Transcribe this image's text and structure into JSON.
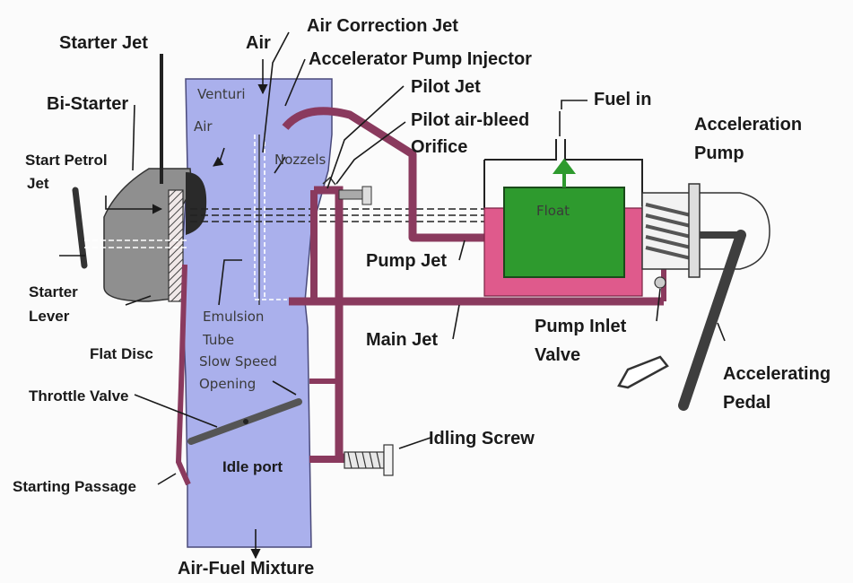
{
  "labels": {
    "starter_jet": "Starter Jet",
    "air": "Air",
    "air_correction_jet": "Air Correction Jet",
    "accelerator_pump_injector": "Accelerator Pump Injector",
    "pilot_jet": "Pilot Jet",
    "pilot_air_bleed_1": "Pilot air-bleed",
    "pilot_air_bleed_2": "Orifice",
    "fuel_in": "Fuel in",
    "acceleration_pump_1": "Acceleration",
    "acceleration_pump_2": "Pump",
    "bi_starter": "Bi-Starter",
    "venturi_air_1": "Venturi",
    "venturi_air_2": "Air",
    "nozzels": "Nozzels",
    "start_petrol_jet_1": "Start Petrol",
    "start_petrol_jet_2": "Jet",
    "float": "Float",
    "pump_jet": "Pump Jet",
    "starter_lever_1": "Starter",
    "starter_lever_2": "Lever",
    "emulsion_tube_1": "Emulsion",
    "emulsion_tube_2": "Tube",
    "slow_speed_opening_1": "Slow Speed",
    "slow_speed_opening_2": "Opening",
    "main_jet": "Main Jet",
    "pump_inlet_valve_1": "Pump Inlet",
    "pump_inlet_valve_2": "Valve",
    "flat_disc": "Flat Disc",
    "accelerating_pedal_1": "Accelerating",
    "accelerating_pedal_2": "Pedal",
    "throttle_valve": "Throttle Valve",
    "idling_screw": "Idling Screw",
    "idle_port": "Idle port",
    "starting_passage": "Starting Passage",
    "air_fuel_mixture": "Air-Fuel Mixture"
  },
  "colors": {
    "venturi_body": "#aab0ec",
    "fuel_passage": "#8a3a5e",
    "fuel_bowl": "#df5a8c",
    "float": "#2e9a2e",
    "starter_body": "#8f8f8f",
    "pedal": "#3e3e3e"
  }
}
